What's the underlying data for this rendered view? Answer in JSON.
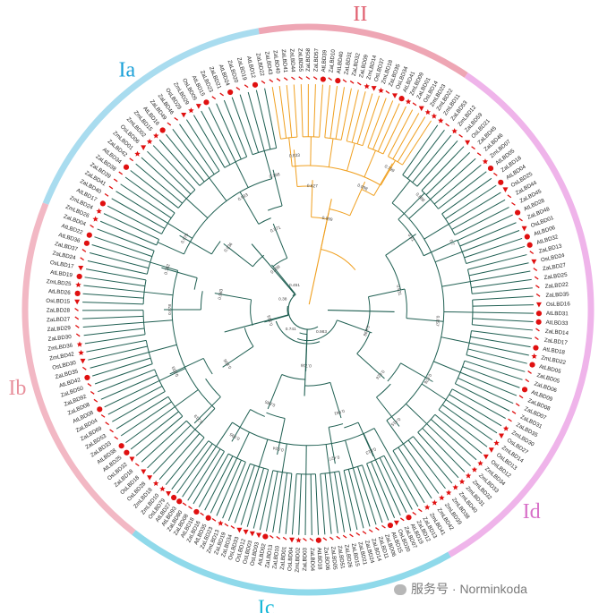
{
  "figure": {
    "type": "circular-phylogenetic-tree",
    "colors": {
      "branch_main": "#1f5f52",
      "branch_class2": "#f0a020",
      "marker": "#e01010",
      "ring_Ia": "#a9dcef",
      "ring_Ib": "#f2b8c4",
      "ring_II": "#eea6b4",
      "ring_Ic": "#8fd9ea",
      "ring_Id": "#efb4ea",
      "label_Ia": "#1aa0d8",
      "label_Ib": "#e8909c",
      "label_II": "#e06070",
      "label_Ic": "#18b8d8",
      "label_Id": "#d870c8"
    },
    "clades": [
      {
        "id": "Ia",
        "label": "Ia",
        "start": 100,
        "end": 158
      },
      {
        "id": "Ib",
        "label": "Ib",
        "start": 158,
        "end": 232
      },
      {
        "id": "II",
        "label": "II",
        "start": 56,
        "end": 100
      },
      {
        "id": "Ic",
        "label": "Ic",
        "start": 232,
        "end": 300
      },
      {
        "id": "Id",
        "label": "Id",
        "start": 300,
        "end": 416
      }
    ],
    "leaves": {
      "Ia": [
        "ZaLBD22",
        "AtLBD12",
        "ZaLBD19",
        "ZaLBD20",
        "AtLBD24",
        "ZaLBD21",
        "ZaLBD23",
        "AtLBD15",
        "OsLBD09",
        "ZmLBD29",
        "OsLBD29",
        "ZaLBD46",
        "ZaLBD49",
        "AtLBD16",
        "ZmLBD15",
        "ZmLBD02",
        "OsLBD06",
        "ZmLBD01",
        "ZaLBD42",
        "AtLBD34",
        "ZaLBD38",
        "ZaLBD39",
        "ZaLBD41",
        "ZaLBD40",
        "AtLBD17",
        "ZmLBD24",
        "ZmLBD26"
      ],
      "II": [
        "ZmLBD22",
        "ZmLBD23",
        "OsLBD14",
        "ZaLBD01",
        "ZmLBD09",
        "AtLBD41",
        "OsLBD34",
        "ZaLBD35",
        "ZmLBD18",
        "OsLBD37",
        "ZmLBD14",
        "ZaLBD09",
        "ZaLBD32",
        "ZaLBD31",
        "AtLBD40",
        "ZaLBD10",
        "AtLBD39",
        "ZaLBD57",
        "ZaLBD58",
        "ZaLBD55",
        "ZaLBD44",
        "ZaLBD41",
        "ZaLBD40",
        "ZaLBD43"
      ],
      "Ib": [
        "ZaLBD04",
        "AtLBD22",
        "AtLBD36",
        "ZaLBD37",
        "ZaLBD24",
        "OsLBD17",
        "AtLBD19",
        "ZmLBD25",
        "AtLBD26",
        "OsLBD15",
        "ZaLBD28",
        "ZaLBD27",
        "ZaLBD29",
        "ZaLBD30",
        "ZmLBD36",
        "ZmLBD42",
        "OsLBD30",
        "ZaLBD35",
        "AtLBD42",
        "ZaLBD50",
        "ZaLBD92",
        "ZaLBD08",
        "AtLBD08",
        "ZaLBD04",
        "ZaLBD69",
        "ZaLBD53",
        "ZaLBD33",
        "AtLBD38",
        "AtLBD25",
        "OsLBD32",
        "ZaLBD18",
        "OsLBD18",
        "OsLBD28",
        "ZmLBD18",
        "ZmLBD10"
      ],
      "Ic": [
        "OsLBD79",
        "AtLBD27",
        "AtLBD93",
        "ZaLBD80",
        "ZaLBD08",
        "AtLBD18",
        "ZaLBD16",
        "AtLBD35",
        "ZaLBD23",
        "ZmLBD13",
        "ZaLBD19",
        "ZaLBD34",
        "OsLBD33",
        "OsLBD12",
        "OsLBD03",
        "OsLBD03",
        "AtLBD02",
        "ZaLBD13",
        "ZaLBD10",
        "ZaLBD01",
        "OsLBD04",
        "ZmLBD02",
        "ZaLBD03",
        "ZaLBD04",
        "AtLBD18",
        "ZaLBD06",
        "ZaLBD05",
        "ZaLBD51",
        "ZaLBD26",
        "ZaLBD15",
        "ZaLBD21",
        "ZaLBD24",
        "ZaLBD14",
        "ZaLBD11",
        "ZaLBD06",
        "AtLBD15",
        "OsLBD20",
        "ZaLBD07",
        "AtLBD19",
        "ZaLBD12",
        "ZaLBD13"
      ],
      "Id": [
        "ZmLBD41",
        "ZmLBD42",
        "ZmLBD39",
        "ZmLBD38",
        "ZmLBD40",
        "ZmLBD31",
        "ZmLBD32",
        "ZmLBD33",
        "ZmLBD34",
        "OsLBD12",
        "OsLBD13",
        "ZmLBD14",
        "OsLBD27",
        "ZmLBD30",
        "ZaLBD35",
        "ZaLBD31",
        "ZaLBD07",
        "ZaLBD08",
        "AtLBD09",
        "ZaLBD06",
        "ZaLBD05",
        "AtLBD05",
        "ZmLBD22",
        "AtLBD18",
        "ZaLBD17",
        "ZaLBD14",
        "AtLBD33",
        "AtLBD31",
        "OsLBD16",
        "ZaLBD35",
        "ZaLBD22",
        "ZaLBD25",
        "ZaLBD27",
        "OsLBD24",
        "ZaLBD13",
        "AtLBD32",
        "AtLBD06",
        "OsLBD01",
        "ZaLBD48",
        "AtLBD28",
        "ZaLBD45",
        "ZaLBD44",
        "OsLBD25",
        "AtLBD04",
        "ZaLBD18",
        "AtLBD05",
        "ZmLBD07",
        "ZaLBD46",
        "ZaLBD45",
        "OsLBD21",
        "ZaLBD59",
        "ZmLBD12",
        "ZaLBD53",
        "ZmLBD11"
      ]
    },
    "internal_nodes": [
      {
        "angle": 129,
        "r": 0.28,
        "parent_angle": 138,
        "clade": "Ia",
        "support": "0.209"
      },
      {
        "angle": 112,
        "r": 0.45,
        "parent_angle": 129,
        "clade": "Ia",
        "support": "0.571"
      },
      {
        "angle": 142,
        "r": 0.52,
        "parent_angle": 129,
        "clade": "Ia",
        "support": "0.936"
      },
      {
        "angle": 150,
        "r": 0.72,
        "parent_angle": 142,
        "clade": "Ia",
        "support": "0.975"
      },
      {
        "angle": 120,
        "r": 0.66,
        "parent_angle": 112,
        "clade": "Ia",
        "support": "0.593"
      },
      {
        "angle": 104,
        "r": 0.7,
        "parent_angle": 112,
        "clade": "Ia",
        "support": "0.188"
      },
      {
        "angle": 78,
        "r": 0.48,
        "parent_angle": 40,
        "clade": "II",
        "support": "0.999"
      },
      {
        "angle": 88,
        "r": 0.63,
        "parent_angle": 78,
        "clade": "II",
        "support": "0.627"
      },
      {
        "angle": 66,
        "r": 0.68,
        "parent_angle": 78,
        "clade": "II",
        "support": "0.998"
      },
      {
        "angle": 95,
        "r": 0.78,
        "parent_angle": 88,
        "clade": "II",
        "support": "0.833"
      },
      {
        "angle": 60,
        "r": 0.82,
        "parent_angle": 66,
        "clade": "II",
        "support": "0.799"
      },
      {
        "angle": 196,
        "r": 0.22,
        "parent_angle": 170,
        "clade": "Ib",
        "support": "0.993"
      },
      {
        "angle": 170,
        "r": 0.46,
        "parent_angle": 196,
        "clade": "Ib",
        "support": "0.983"
      },
      {
        "angle": 214,
        "r": 0.5,
        "parent_angle": 196,
        "clade": "Ib",
        "support": "0.896"
      },
      {
        "angle": 164,
        "r": 0.74,
        "parent_angle": 170,
        "clade": "Ib",
        "support": "0.782"
      },
      {
        "angle": 180,
        "r": 0.7,
        "parent_angle": 170,
        "clade": "Ib",
        "support": "0.978"
      },
      {
        "angle": 205,
        "r": 0.74,
        "parent_angle": 214,
        "clade": "Ib",
        "support": "0.833"
      },
      {
        "angle": 225,
        "r": 0.78,
        "parent_angle": 214,
        "clade": "Ib",
        "support": "0.219"
      },
      {
        "angle": 268,
        "r": 0.3,
        "parent_angle": 250,
        "clade": "Ic",
        "support": "0.716"
      },
      {
        "angle": 248,
        "r": 0.52,
        "parent_angle": 268,
        "clade": "Ic",
        "support": "0.685"
      },
      {
        "angle": 287,
        "r": 0.55,
        "parent_angle": 268,
        "clade": "Ic",
        "support": "0.961"
      },
      {
        "angle": 240,
        "r": 0.74,
        "parent_angle": 248,
        "clade": "Ic",
        "support": "0.995"
      },
      {
        "angle": 258,
        "r": 0.72,
        "parent_angle": 248,
        "clade": "Ic",
        "support": "0.924"
      },
      {
        "angle": 280,
        "r": 0.76,
        "parent_angle": 287,
        "clade": "Ic",
        "support": "0.427"
      },
      {
        "angle": 294,
        "r": 0.78,
        "parent_angle": 287,
        "clade": "Ic",
        "support": "0.813"
      },
      {
        "angle": 340,
        "r": 0.33,
        "parent_angle": 250,
        "clade": "Id",
        "support": "0.598"
      },
      {
        "angle": 318,
        "r": 0.5,
        "parent_angle": 340,
        "clade": "Id",
        "support": "0.624"
      },
      {
        "angle": 372,
        "r": 0.48,
        "parent_angle": 340,
        "clade": "Id",
        "support": "0.631"
      },
      {
        "angle": 308,
        "r": 0.72,
        "parent_angle": 318,
        "clade": "Id",
        "support": "0.415"
      },
      {
        "angle": 330,
        "r": 0.7,
        "parent_angle": 318,
        "clade": "Id",
        "support": "0.876"
      },
      {
        "angle": 355,
        "r": 0.66,
        "parent_angle": 372,
        "clade": "Id",
        "support": "0.857"
      },
      {
        "angle": 395,
        "r": 0.64,
        "parent_angle": 372,
        "clade": "Id",
        "support": "0.81"
      },
      {
        "angle": 385,
        "r": 0.8,
        "parent_angle": 395,
        "clade": "Id",
        "support": "0.7"
      },
      {
        "angle": 405,
        "r": 0.8,
        "parent_angle": 395,
        "clade": "Id",
        "support": "0.888"
      }
    ],
    "root_supports": [
      "0.38",
      "0.451",
      "0.741",
      "0.983"
    ]
  },
  "watermark": {
    "text": "服务号 · Norminkoda",
    "icon": "wechat-icon"
  }
}
